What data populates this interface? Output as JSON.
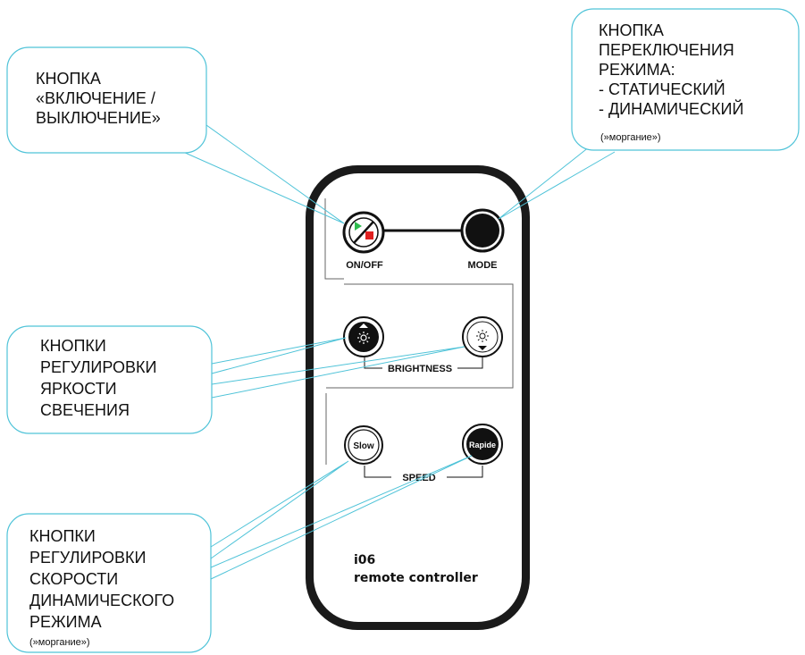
{
  "callouts": {
    "power": {
      "lines": [
        "КНОПКА",
        "«ВКЛЮЧЕНИЕ /",
        "ВЫКЛЮЧЕНИЕ»"
      ]
    },
    "mode": {
      "lines": [
        "КНОПКА",
        "ПЕРЕКЛЮЧЕНИЯ",
        "РЕЖИМА:",
        "- СТАТИЧЕСКИЙ",
        "- ДИНАМИЧЕСКИЙ"
      ],
      "note": "(»моргание»)"
    },
    "brightness": {
      "lines": [
        "КНОПКИ",
        "РЕГУЛИРОВКИ",
        "ЯРКОСТИ",
        "СВЕЧЕНИЯ"
      ]
    },
    "speed": {
      "lines": [
        "КНОПКИ",
        "РЕГУЛИРОВКИ",
        "СКОРОСТИ",
        "ДИНАМИЧЕСКОГО",
        "РЕЖИМА"
      ],
      "note": "(»моргание»)"
    }
  },
  "remote": {
    "on_off_label": "ON/OFF",
    "mode_label": "MODE",
    "brightness_label": "BRIGHTNESS",
    "speed_label": "SPEED",
    "slow_label": "Slow",
    "rapide_label": "Rapide",
    "model": "i06",
    "brand_line": "remote controller"
  },
  "colors": {
    "callout_border": "#4fc3d8",
    "remote_body": "#1a1a1a",
    "remote_face": "#ffffff",
    "play_icon": "#2dbb4e",
    "stop_icon": "#e02020"
  }
}
